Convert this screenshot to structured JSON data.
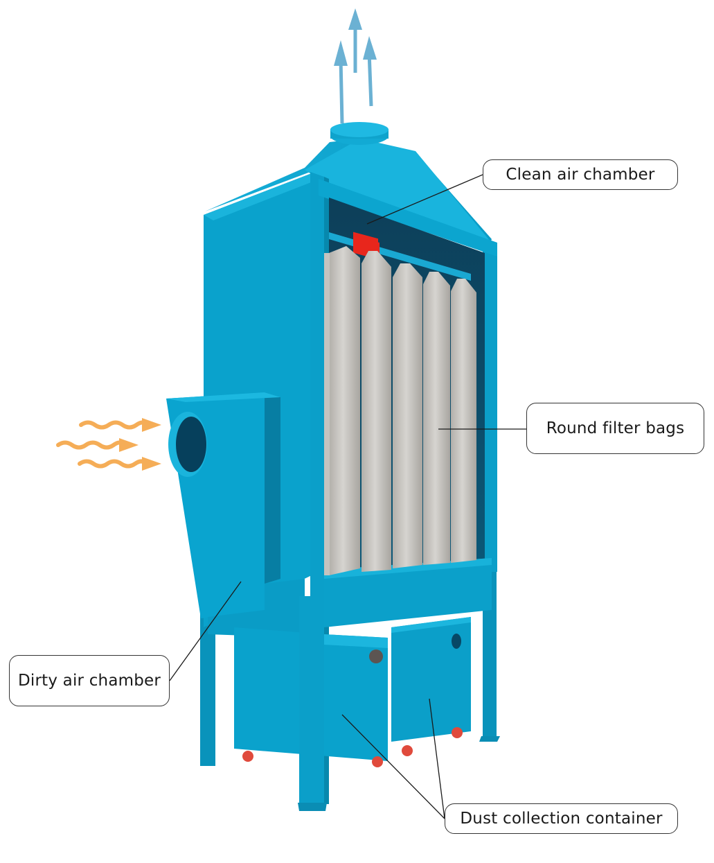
{
  "diagram": {
    "subject": "Bag filter dust collector",
    "colors": {
      "body": "#0aa2cc",
      "body_dark": "#0788ad",
      "body_light": "#2cc0e6",
      "interior": "#0b4f6e",
      "filter_bag": "#c9c7c3",
      "filter_bag_shade": "#a9a6a1",
      "clean_air_arrow": "#6bb1d3",
      "dirty_air_arrow": "#f5ad57",
      "valve_red": "#e8261c",
      "wheel_red": "#e04a3c",
      "callout_border": "#333333",
      "leader_line": "#1a1a1a"
    },
    "labels": {
      "clean_air_chamber": "Clean air chamber",
      "round_filter_bags": "Round filter bags",
      "dirty_air_chamber": "Dirty air chamber",
      "dust_collection_container": "Dust collection container"
    },
    "flows": [
      {
        "name": "clean-air-outlet",
        "direction": "up",
        "arrows": 3,
        "icon": "arrow-up-icon"
      },
      {
        "name": "dirty-air-inlet",
        "direction": "right",
        "arrows": 3,
        "icon": "wavy-arrow-right-icon"
      }
    ],
    "components": {
      "filter_bag_count": 5,
      "dust_container_count": 2,
      "caster_wheel_count": 4
    }
  }
}
